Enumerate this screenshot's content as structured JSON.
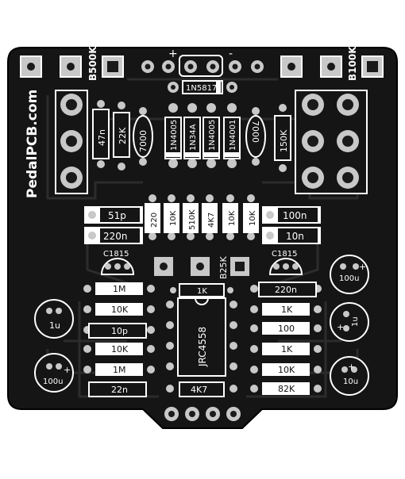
{
  "board": {
    "brand": "PedalPCB.com",
    "pot_left": "B500K",
    "pot_right": "B100K",
    "pot_center": "B25K",
    "power_plus": "+",
    "power_minus": "-",
    "diode_top": "1N5817",
    "colors": {
      "board": "#151515",
      "copper": "#2a2a2a",
      "pad": "#c8c8c8",
      "pad_hole": "#1a1a1a",
      "silk": "#ffffff"
    }
  },
  "components": {
    "cap_47n_left": "47n",
    "res_22k_left": "22K",
    "cap_7000_left": "7000",
    "diode_4005_a": "1N4005",
    "diode_34a": "1N34A",
    "diode_4005_b": "1N4005",
    "diode_4001": "1N4001",
    "cap_7000_right": "7000",
    "res_150k": "150K",
    "cap_51p": "51p",
    "cap_220n_l": "220n",
    "res_220_v": "220",
    "res_10k_v1": "10K",
    "res_510k_v": "510K",
    "res_4k7_v": "4K7",
    "res_10k_v2": "10K",
    "res_10k_v3": "10K",
    "cap_100n": "100n",
    "cap_10n": "10n",
    "trans_left": "C1815",
    "trans_right": "C1815",
    "ecap_100u_right": "100u",
    "res_1m_a": "1M",
    "res_1k_top": "1K",
    "cap_220n_r": "220n",
    "ecap_1u_left": "1u",
    "res_10k_l1": "10K",
    "res_1k_r1": "1K",
    "cap_10p": "10p",
    "ic_label": "JRC4558",
    "res_100": "100",
    "ecap_1u_right": "1u",
    "res_10k_l2": "10K",
    "res_1k_r2": "1K",
    "ecap_100u_left": "100u",
    "res_1m_b": "1M",
    "res_10k_r3": "10K",
    "ecap_10u": "10u",
    "cap_22n": "22n",
    "res_4k7_bottom": "4K7",
    "res_82k": "82K",
    "ecap_plus": "+"
  }
}
